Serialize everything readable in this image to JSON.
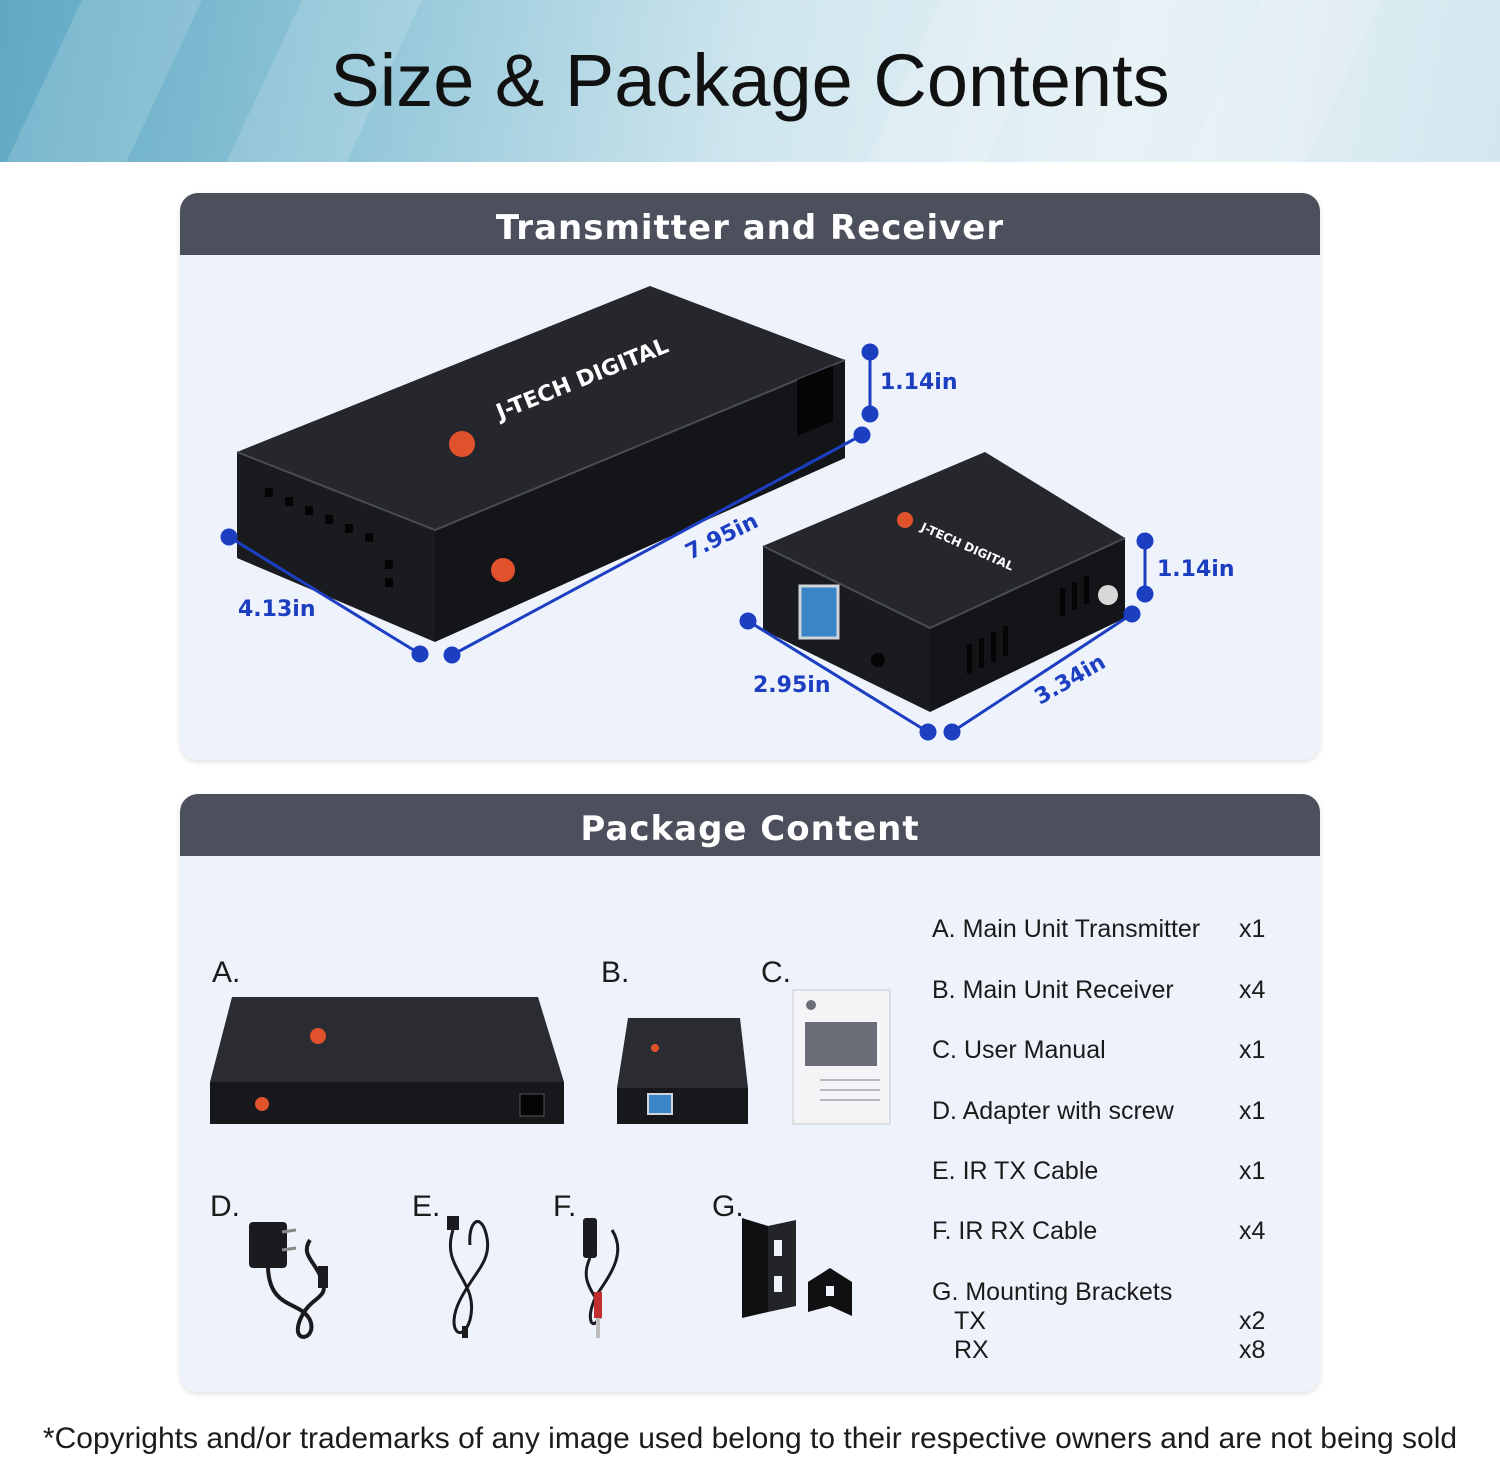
{
  "header": {
    "title": "Size & Package Contents"
  },
  "transmitter_receiver": {
    "heading": "Transmitter and Receiver",
    "transmitter": {
      "brand": "J-TECH DIGITAL",
      "height": "1.14in",
      "length": "7.95in",
      "width": "4.13in"
    },
    "receiver": {
      "brand": "J-TECH DIGITAL",
      "height": "1.14in",
      "length": "3.34in",
      "width": "2.95in"
    }
  },
  "package": {
    "heading": "Package Content",
    "photo_labels": {
      "a": "A.",
      "b": "B.",
      "c": "C.",
      "d": "D.",
      "e": "E.",
      "f": "F.",
      "g": "G."
    },
    "items": [
      {
        "name": "A. Main Unit Transmitter",
        "qty": "x1"
      },
      {
        "name": "B. Main Unit Receiver",
        "qty": "x4"
      },
      {
        "name": "C. User Manual",
        "qty": "x1"
      },
      {
        "name": "D. Adapter with screw",
        "qty": "x1"
      },
      {
        "name": "E. IR TX Cable",
        "qty": "x1"
      },
      {
        "name": "F. IR RX Cable",
        "qty": "x4"
      }
    ],
    "brackets": {
      "name": "G. Mounting Brackets",
      "tx_label": "TX",
      "tx_qty": "x2",
      "rx_label": "RX",
      "rx_qty": "x8"
    }
  },
  "footer": {
    "note": "*Copyrights and/or trademarks of any image used belong to their respective owners and are not being sold"
  },
  "colors": {
    "dimension_blue": "#1c3fc2",
    "panel_header": "#4c4f5c",
    "panel_bg": "#eef2fb",
    "brand_orange": "#e0522b"
  }
}
